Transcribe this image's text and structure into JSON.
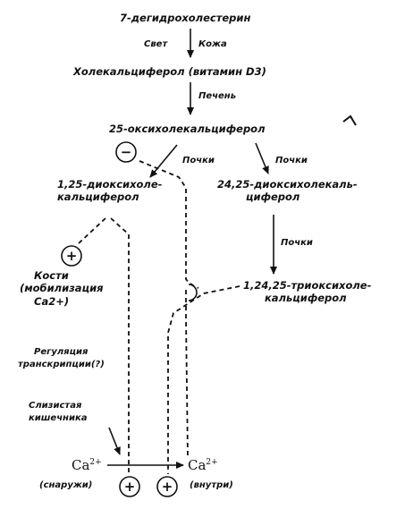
{
  "compounds": {
    "dehydrocholesterol": "7-дегидрохолестерин",
    "cholecalciferol": "Холекальциферол (витамин D3)",
    "hydroxy25": "25-оксихолекальциферол",
    "dihydroxy125_line1": "1,25-диоксихоле-",
    "dihydroxy125_line2": "кальциферол",
    "dihydroxy2425_line1": "24,25-диоксихолекаль-",
    "dihydroxy2425_line2": "циферол",
    "trihydroxy_line1": "1,24,25-триоксихоле-",
    "trihydroxy_line2": "кальциферол"
  },
  "conditions": {
    "light": "Свет",
    "skin": "Кожа",
    "liver": "Печень",
    "kidneys_left": "Почки",
    "kidneys_right": "Почки",
    "kidneys_lower": "Почки"
  },
  "targets": {
    "bones_line1": "Кости",
    "bones_line2": "(мобилизация",
    "bones_line3": "Ca2+)",
    "regulation_line1": "Регуляция",
    "regulation_line2": "транскрипции(?)",
    "mucosa_line1": "Слизистая",
    "mucosa_line2": "кишечника"
  },
  "calcium": {
    "outside_symbol": "Ca",
    "outside_charge": "2+",
    "outside_label": "(снаружи)",
    "inside_symbol": "Ca",
    "inside_charge": "2+",
    "inside_label": "(внутри)"
  },
  "symbols": {
    "minus": "−",
    "plus": "+"
  }
}
